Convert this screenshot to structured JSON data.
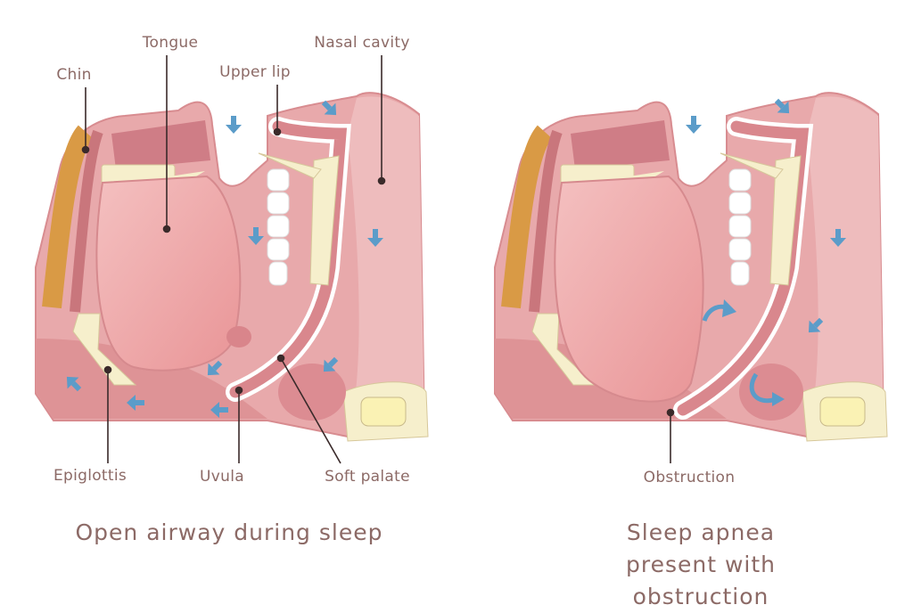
{
  "labels": {
    "chin": "Chin",
    "tongue": "Tongue",
    "upper_lip": "Upper lip",
    "nasal_cavity": "Nasal cavity",
    "epiglottis": "Epiglottis",
    "uvula": "Uvula",
    "soft_palate": "Soft palate",
    "obstruction": "Obstruction"
  },
  "captions": {
    "left": "Open airway during sleep",
    "right_line1": "Sleep apnea present with",
    "right_line2": "obstruction"
  },
  "colors": {
    "label_text": "#8c6a66",
    "airflow_arrow": "#5b9cc9",
    "tissue": "#e8a9ab",
    "bone": "#f6efcc"
  }
}
